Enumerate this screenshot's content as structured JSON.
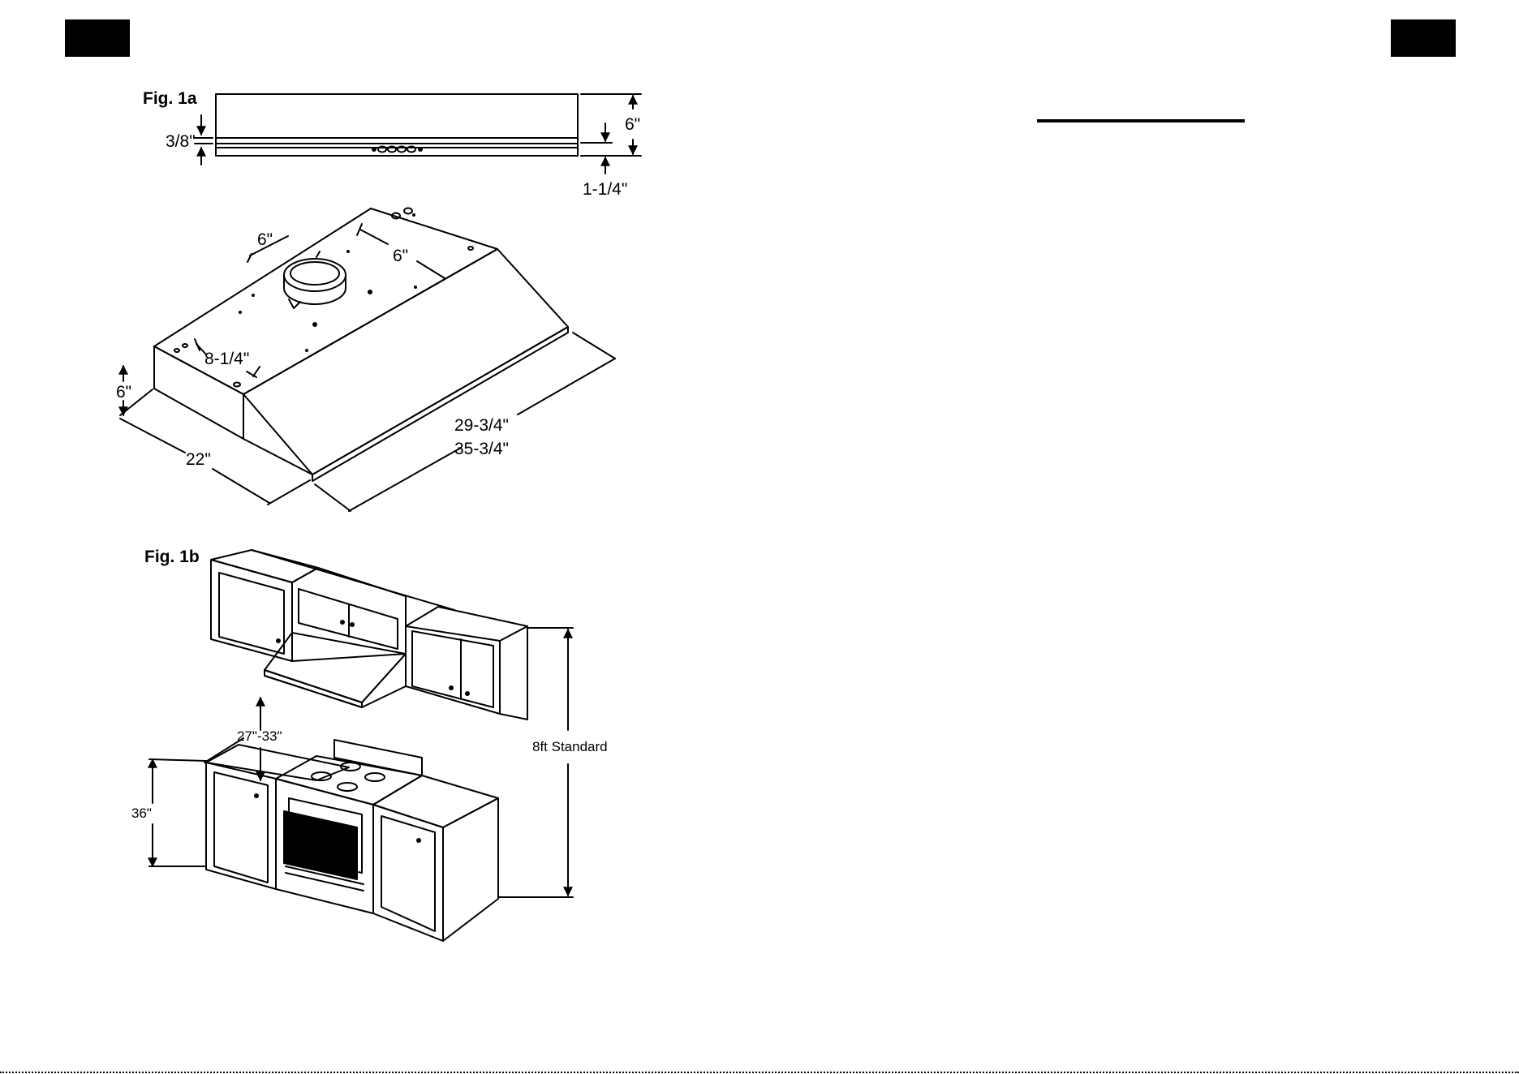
{
  "fig1a": {
    "label": "Fig. 1a",
    "dim_trim": "3/8\"",
    "dim_height": "6\"",
    "dim_lip": "1-1/4\""
  },
  "iso": {
    "dim_duct_left": "6\"",
    "dim_duct_right": "6\"",
    "dim_keyhole": "8-1/4\"",
    "dim_height": "6\"",
    "dim_depth": "22\"",
    "dim_width_a": "29-3/4\"",
    "dim_width_b": "35-3/4\""
  },
  "fig1b": {
    "label": "Fig. 1b",
    "dim_clearance": "27\"-33\"",
    "dim_counter": "36\"",
    "dim_ceiling": "8ft Standard"
  }
}
